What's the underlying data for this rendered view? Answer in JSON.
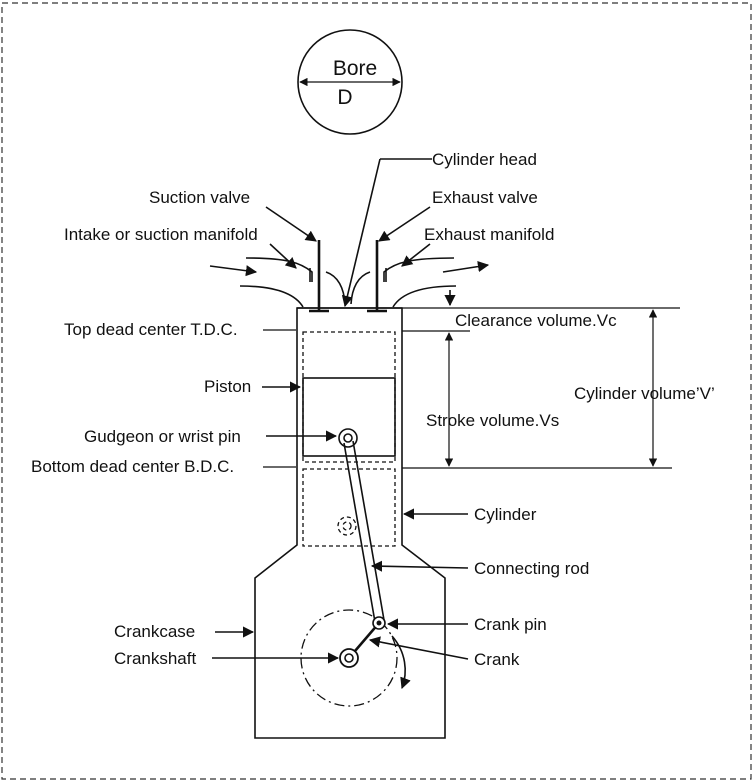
{
  "bore": {
    "word": "Bore",
    "symbol": "D"
  },
  "labels": {
    "cylinder_head": "Cylinder head",
    "suction_valve": "Suction valve",
    "exhaust_valve": "Exhaust valve",
    "intake_manifold": "Intake or suction manifold",
    "exhaust_manifold": "Exhaust manifold",
    "tdc": "Top dead center T.D.C.",
    "clearance_volume": "Clearance volume.Vc",
    "piston": "Piston",
    "cylinder_volume": "Cylinder volume’V’",
    "stroke_volume": "Stroke volume.Vs",
    "gudgeon_pin": "Gudgeon or wrist pin",
    "bdc": "Bottom dead center B.D.C.",
    "cylinder": "Cylinder",
    "connecting_rod": "Connecting rod",
    "crank_pin": "Crank pin",
    "crankcase": "Crankcase",
    "crankshaft": "Crankshaft",
    "crank": "Crank"
  }
}
